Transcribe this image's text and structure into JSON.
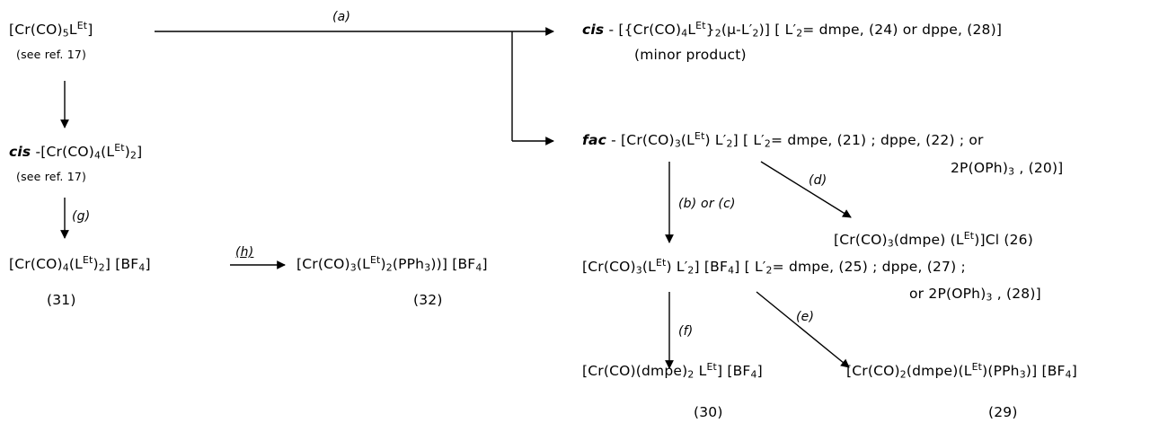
{
  "comp": {
    "c1": {
      "a": "[Cr(CO)",
      "b": "5",
      "c": "L",
      "d": "Et",
      "e": "]"
    },
    "c1_note": "(see ref. 17)",
    "c2": {
      "pre": "cis",
      "a": " -[Cr(CO)",
      "b": "4",
      "c": "(L",
      "d": "Et",
      "e": ")",
      "f": "2",
      "g": "]"
    },
    "c2_note": "(see ref. 17)",
    "c31": {
      "a": "[Cr(CO)",
      "b": "4",
      "c": "(L",
      "d": "Et",
      "e": ")",
      "f": "2",
      "g": "] [BF",
      "h": "4",
      "i": "]"
    },
    "c31_num": "(31)",
    "c32": {
      "a": "[Cr(CO)",
      "b": "3",
      "c": "(L",
      "d": "Et",
      "e": ")",
      "f": "2",
      "g": "(PPh",
      "h": "3",
      "i": "))] [BF",
      "j": "4",
      "k": "]"
    },
    "c32_num": "(32)",
    "cis_top": {
      "pre": "cis",
      "a": " - [{Cr(CO)",
      "b": "4",
      "c": "L",
      "d": "Et",
      "e": "}",
      "f": "2",
      "g": "(μ-L′",
      "h": "2",
      "i": ")] [ L′",
      "j": "2",
      "k": "= dmpe, (24) or dppe, (28)]"
    },
    "cis_top_note": "(minor product)",
    "fac": {
      "pre": "fac",
      "a": " - [Cr(CO)",
      "b": "3",
      "c": "(L",
      "d": "Et",
      "e": ") L′",
      "f": "2",
      "g": "] [ L′",
      "h": "2",
      "i": "= dmpe, (21) ;  dppe, (22) ;  or"
    },
    "fac_cont": {
      "a": "2P(OPh)",
      "b": "3",
      "c": " , (20)]"
    },
    "c26": {
      "a": "[Cr(CO)",
      "b": "3",
      "c": "(dmpe) (L",
      "d": "Et",
      "e": ")]Cl   (26)"
    },
    "c25": {
      "a": "[Cr(CO)",
      "b": "3",
      "c": "(L",
      "d": "Et",
      "e": ") L′",
      "f": "2",
      "g": "] [BF",
      "h": "4",
      "i": "] [ L′",
      "j": "2",
      "k": "= dmpe, (25) ; dppe, (27) ;"
    },
    "c25_cont": {
      "a": "or  2P(OPh)",
      "b": "3",
      "c": " , (28)]"
    },
    "c30": {
      "a": "[Cr(CO)(dmpe)",
      "b": "2",
      "c": " L",
      "d": "Et",
      "e": "] [BF",
      "f": "4",
      "g": "]"
    },
    "c30_num": "(30)",
    "c29": {
      "a": "[Cr(CO)",
      "b": "2",
      "c": "(dmpe)(L",
      "d": "Et",
      "e": ")(PPh",
      "f": "3",
      "g": ")] [BF",
      "h": "4",
      "i": "]"
    },
    "c29_num": "(29)"
  },
  "labels": {
    "a": "(a)",
    "b_or_c": "(b) or (c)",
    "d": "(d)",
    "e": "(e)",
    "f": "(f)",
    "g": "(g)",
    "h": "(h)"
  }
}
